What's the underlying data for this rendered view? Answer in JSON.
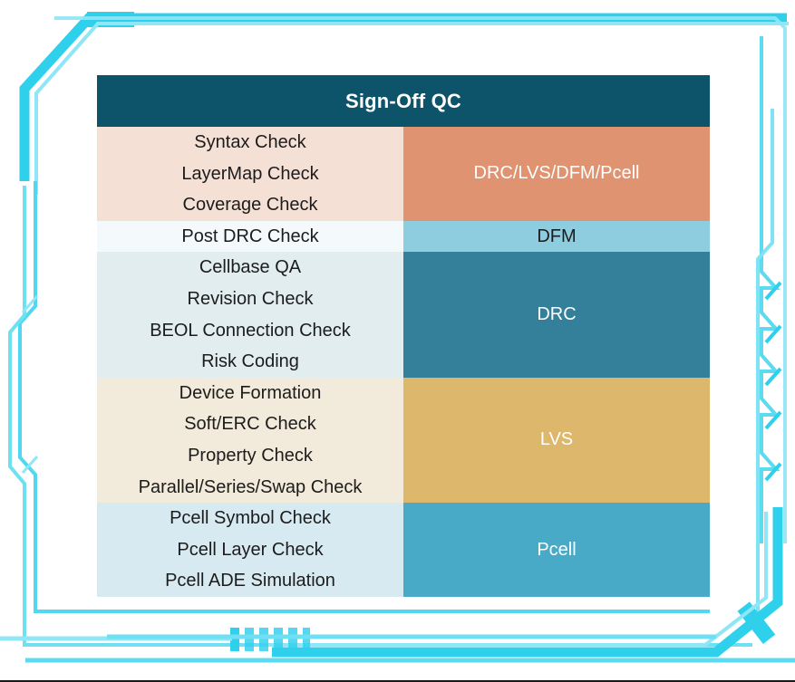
{
  "title": "Sign-Off QC",
  "colors": {
    "header_bg": "#0d5369",
    "accent_cyan": "#2fd0ec",
    "accent_cyan_light": "#8fe6f6",
    "signoff_checks_bg": "#f5e0d6",
    "signoff_tag_bg": "#df9370",
    "dfm_checks_bg": "#f4f9fb",
    "dfm_tag_bg": "#8ecde0",
    "drc_checks_bg": "#e2edef",
    "drc_tag_bg": "#347f99",
    "lvs_checks_bg": "#f2eada",
    "lvs_tag_bg": "#ddb76b",
    "pcell_checks_bg": "#d7eaf1",
    "pcell_tag_bg": "#49aac8"
  },
  "table": {
    "header": "Sign-Off QC",
    "groups": [
      {
        "id": "signoff",
        "tag": "DRC/LVS/DFM/Pcell",
        "checks": [
          "Syntax Check",
          "LayerMap Check",
          "Coverage Check"
        ]
      },
      {
        "id": "dfm",
        "tag": "DFM",
        "checks": [
          "Post DRC Check"
        ]
      },
      {
        "id": "drc",
        "tag": "DRC",
        "checks": [
          "Cellbase QA",
          "Revision Check",
          "BEOL Connection Check",
          "Risk Coding"
        ]
      },
      {
        "id": "lvs",
        "tag": "LVS",
        "checks": [
          "Device Formation",
          "Soft/ERC Check",
          "Property Check",
          "Parallel/Series/Swap Check"
        ]
      },
      {
        "id": "pcell",
        "tag": "Pcell",
        "checks": [
          "Pcell Symbol Check",
          "Pcell Layer Check",
          "Pcell ADE Simulation"
        ]
      }
    ]
  },
  "decoration": {
    "name": "circuit-trace-frame",
    "connector_bar_count": 6
  }
}
